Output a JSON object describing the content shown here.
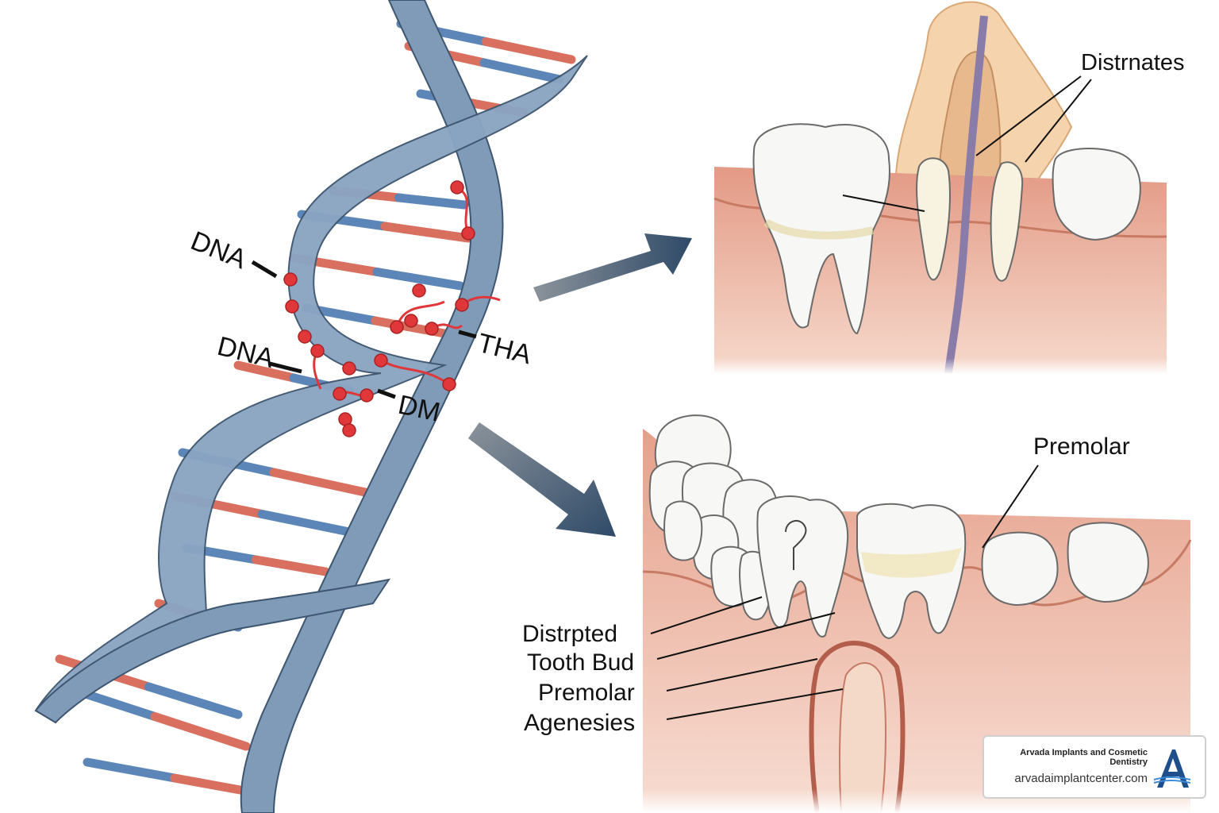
{
  "dna_labels": {
    "dna_top": "DNA",
    "dna_mid": "DNA",
    "tha": "THA",
    "dm": "DM"
  },
  "upper_panel": {
    "label": "Distrnates"
  },
  "lower_panel": {
    "premolar_label": "Premolar",
    "left_labels": [
      "Distrpted",
      "Tooth Bud",
      "Premolar",
      "Agenesies"
    ]
  },
  "badge": {
    "name": "Arvada Implants and Cosmetic Dentistry",
    "url": "arvadaimplantcenter.com",
    "logo_icon": "letter-a-logo-icon"
  },
  "colors": {
    "helix_blue": "#6f8eae",
    "rung_blue": "#5d86b8",
    "rung_red": "#d9705f",
    "mutation_red": "#e0383a",
    "arrow": "#3f5a78",
    "gum": "#e7a58f",
    "tooth": "#f7f7f5"
  }
}
